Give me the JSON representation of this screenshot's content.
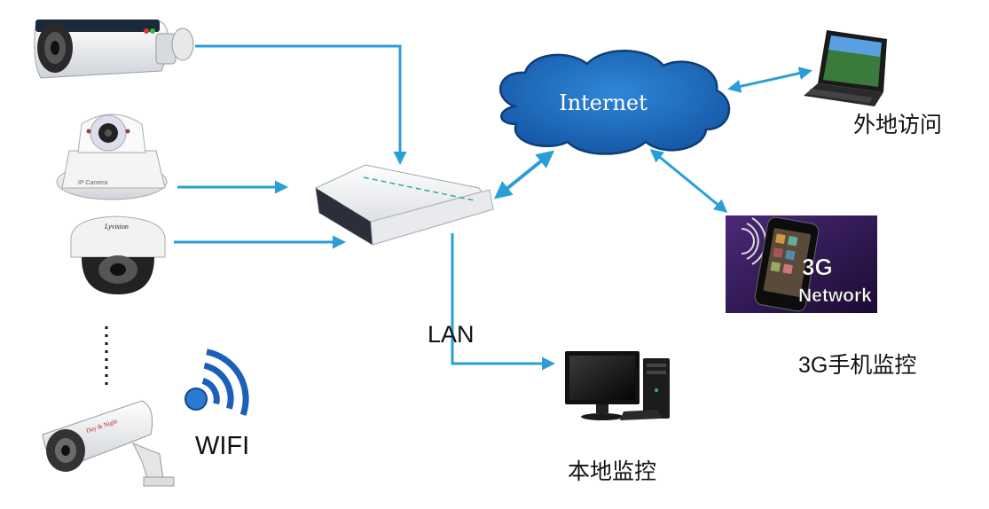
{
  "diagram": {
    "internet_label": "Internet",
    "lan_label": "LAN",
    "wifi_label": "WIFI",
    "remote_access_label": "外地访问",
    "mobile_monitoring_label": "3G手机监控",
    "local_monitoring_label": "本地监控",
    "phone_badge_3g": "3G",
    "phone_badge_network": "Network",
    "camera_brand_text": "IP Camera",
    "dome_brand_text": "Lyvision"
  },
  "colors": {
    "connector": "#2a9fd6",
    "cloud_fill": "#1f6fc2",
    "cloud_edge": "#0f3e78",
    "phone_bg": "#3a1a5a"
  }
}
